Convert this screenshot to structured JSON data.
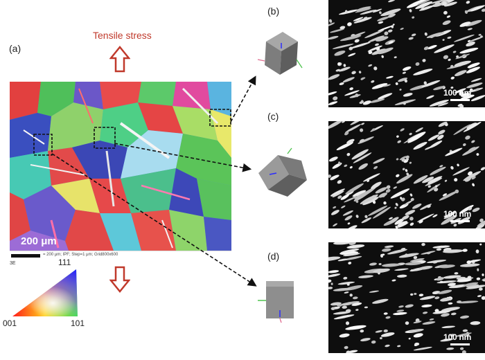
{
  "labels": {
    "a": "(a)",
    "b": "(b)",
    "c": "(c)",
    "d": "(d)"
  },
  "stress": {
    "text": "Tensile stress",
    "color": "#c0392b"
  },
  "ebsd_map": {
    "scale_text": "200 μm",
    "footer_text": "= 200 μm; IPF; Step=1 μm; Grid800x600",
    "footer_mark": "3E"
  },
  "ipf_legend": {
    "corner_001": "001",
    "corner_101": "101",
    "corner_111": "111"
  },
  "sem_panels": [
    {
      "id": "b",
      "scale_text": "100 nm"
    },
    {
      "id": "c",
      "scale_text": "100 nm"
    },
    {
      "id": "d",
      "scale_text": "100 nm"
    }
  ]
}
